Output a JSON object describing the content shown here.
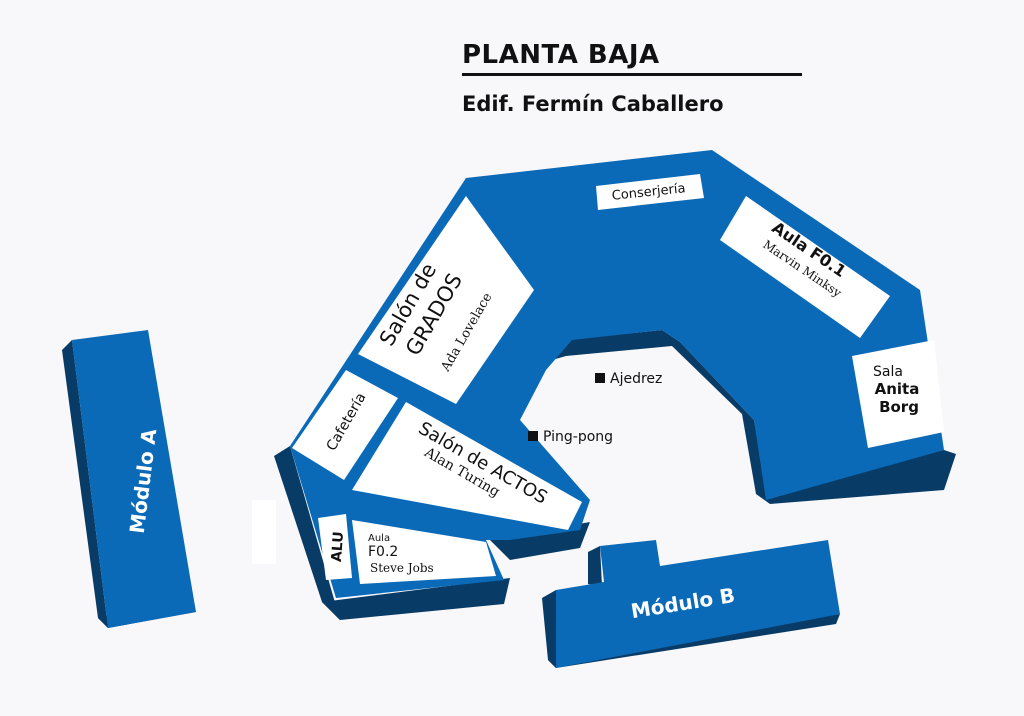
{
  "header": {
    "title": "PLANTA BAJA",
    "subtitle": "Edif. Fermín Caballero"
  },
  "colors": {
    "building": "#0a6ab8",
    "building_dark": "#083c66",
    "room": "#ffffff",
    "text": "#111111"
  },
  "rooms": {
    "conserjeria": "Conserjería",
    "aula_f01_title": "Aula F0.1",
    "aula_f01_name": "Marvin Minksy",
    "sala_line1": "Sala",
    "sala_line2": "Anita",
    "sala_line3": "Borg",
    "grados_line1": "Salón de",
    "grados_line2": "GRADOS",
    "grados_name": "Ada Lovelace",
    "cafeteria": "Cafetería",
    "actos_title": "Salón de ACTOS",
    "actos_name": "Alan Turing",
    "alu": "ALU",
    "aula_f02_small": "Aula",
    "aula_f02_title": "F0.2",
    "aula_f02_name": "Steve Jobs"
  },
  "points": {
    "ajedrez": "Ajedrez",
    "pingpong": "Ping-pong"
  },
  "modules": {
    "a": "Módulo A",
    "b": "Módulo B"
  }
}
